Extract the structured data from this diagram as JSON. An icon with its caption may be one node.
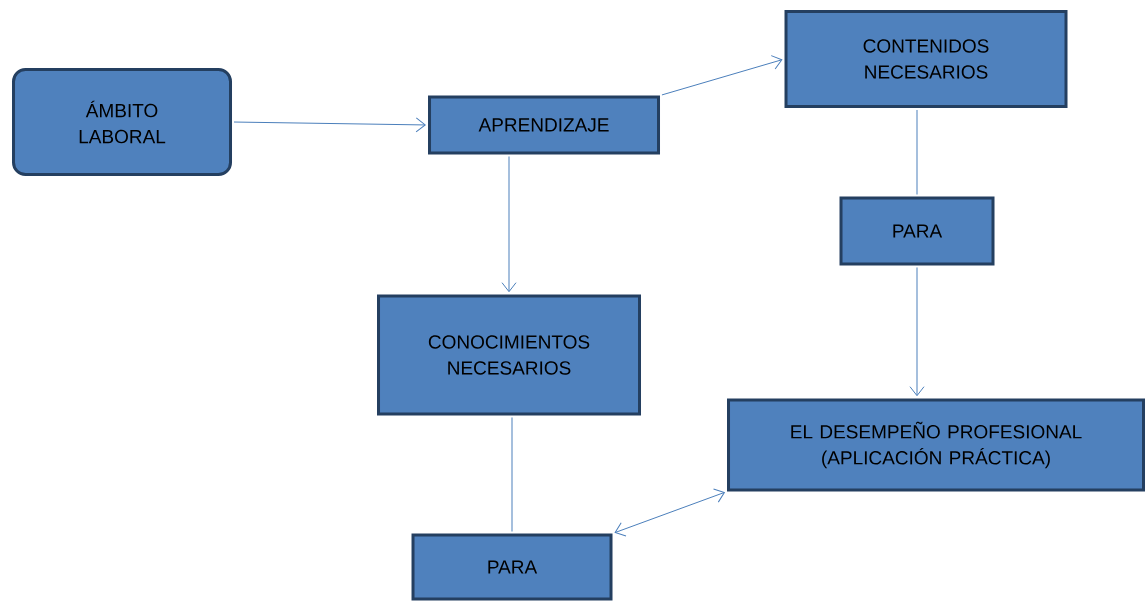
{
  "diagram": {
    "nodes": [
      {
        "text": [
          "ÁMBITO LABORAL"
        ]
      },
      {
        "text": [
          "APRENDIZAJE"
        ]
      },
      {
        "text": [
          "CONTENIDOS NECESARIOS"
        ]
      },
      {
        "text": [
          "PARA"
        ]
      },
      {
        "text": [
          "CONOCIMIENTOS NECESARIOS"
        ]
      },
      {
        "text": [
          "EL DESEMPEÑO PROFESIONAL (APLICACIÓN PRÁCTICA)"
        ]
      },
      {
        "text": [
          "PARA"
        ]
      }
    ],
    "edges": [
      {
        "from": 0,
        "to": 1,
        "arrow": "to"
      },
      {
        "from": 1,
        "to": 2,
        "arrow": "to"
      },
      {
        "from": 1,
        "to": 4,
        "arrow": "to"
      },
      {
        "from": 2,
        "to": 3,
        "arrow": "none"
      },
      {
        "from": 3,
        "to": 5,
        "arrow": "to"
      },
      {
        "from": 4,
        "to": 6,
        "arrow": "none"
      },
      {
        "from": 6,
        "to": 5,
        "arrow": "both"
      }
    ]
  }
}
